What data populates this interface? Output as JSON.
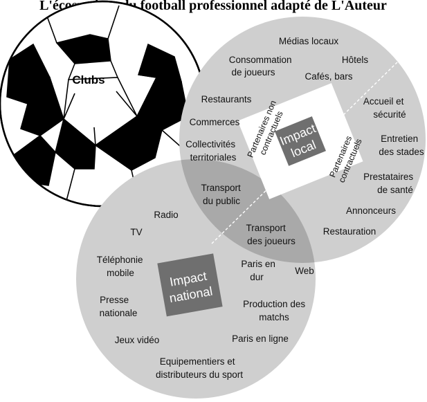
{
  "title": "L'écosystème du football professionnel adapté de L'Auteur",
  "clubs_label": "Clubs",
  "impact_local": [
    "Impact",
    "local"
  ],
  "impact_national": [
    "Impact",
    "national"
  ],
  "partenaires_non_contractuels": [
    "Partenaires non",
    "contractuels"
  ],
  "partenaires_contractuels": [
    "Partenaires",
    "contractuels"
  ],
  "labels": {
    "medias_locaux": [
      "Médias locaux"
    ],
    "consommation_joueurs": [
      "Consommation",
      "de joueurs"
    ],
    "hotels": [
      "Hôtels"
    ],
    "cafes_bars": [
      "Cafés, bars"
    ],
    "restaurants": [
      "Restaurants"
    ],
    "commerces": [
      "Commerces"
    ],
    "collectivites": [
      "Collectivités",
      "territoriales"
    ],
    "accueil_securite": [
      "Accueil et",
      "sécurité"
    ],
    "entretien_stades": [
      "Entretien",
      "des stades"
    ],
    "prestataires_sante": [
      "Prestataires",
      "de santé"
    ],
    "annonceurs": [
      "Annonceurs"
    ],
    "restauration": [
      "Restauration"
    ],
    "transport_public": [
      "Transport",
      "du public"
    ],
    "transport_joueurs": [
      "Transport",
      "des joueurs"
    ],
    "radio": [
      "Radio"
    ],
    "tv": [
      "TV"
    ],
    "telephonie": [
      "Téléphonie",
      "mobile"
    ],
    "presse": [
      "Presse",
      "nationale"
    ],
    "jeux_video": [
      "Jeux vidéo"
    ],
    "paris_dur": [
      "Paris en",
      "dur"
    ],
    "web": [
      "Web"
    ],
    "production_matchs": [
      "Production des",
      "matchs"
    ],
    "paris_ligne": [
      "Paris en ligne"
    ],
    "equipementiers": [
      "Equipementiers et",
      "distributeurs du sport"
    ]
  },
  "colors": {
    "circle_fill": "#cfcfcf",
    "overlap_fill": "#a9a9a9",
    "impact_box": "#6f6f6f",
    "ball_black": "#000000"
  }
}
